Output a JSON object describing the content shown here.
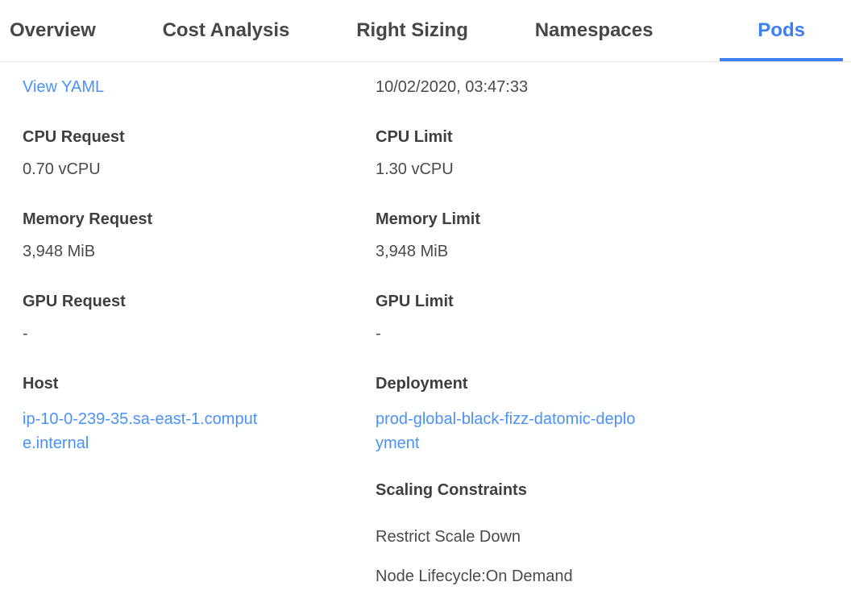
{
  "tabs": {
    "items": [
      {
        "label": "Overview",
        "active": false
      },
      {
        "label": "Cost Analysis",
        "active": false
      },
      {
        "label": "Right Sizing",
        "active": false
      },
      {
        "label": "Namespaces",
        "active": false
      },
      {
        "label": "Pods",
        "active": true
      }
    ]
  },
  "detail": {
    "view_yaml_label": "View YAML",
    "timestamp": "10/02/2020, 03:47:33",
    "cpu_request": {
      "label": "CPU Request",
      "value": "0.70 vCPU"
    },
    "cpu_limit": {
      "label": "CPU Limit",
      "value": "1.30 vCPU"
    },
    "memory_request": {
      "label": "Memory Request",
      "value": "3,948 MiB"
    },
    "memory_limit": {
      "label": "Memory Limit",
      "value": "3,948 MiB"
    },
    "gpu_request": {
      "label": "GPU Request",
      "value": "-"
    },
    "gpu_limit": {
      "label": "GPU Limit",
      "value": "-"
    },
    "host": {
      "label": "Host",
      "value": "ip-10-0-239-35.sa-east-1.compute.internal"
    },
    "deployment": {
      "label": "Deployment",
      "value": "prod-global-black-fizz-datomic-deployment"
    },
    "scaling_constraints": {
      "title": "Scaling Constraints",
      "item1": "Restrict Scale Down",
      "item2": "Node Lifecycle:On Demand"
    }
  },
  "colors": {
    "accent_blue": "#3d7ff5",
    "link_blue": "#4b91f7",
    "tab_text": "#474747",
    "label_text": "#3f3f3f",
    "value_text": "#4a4a4a",
    "divider": "#e8e8e8"
  }
}
